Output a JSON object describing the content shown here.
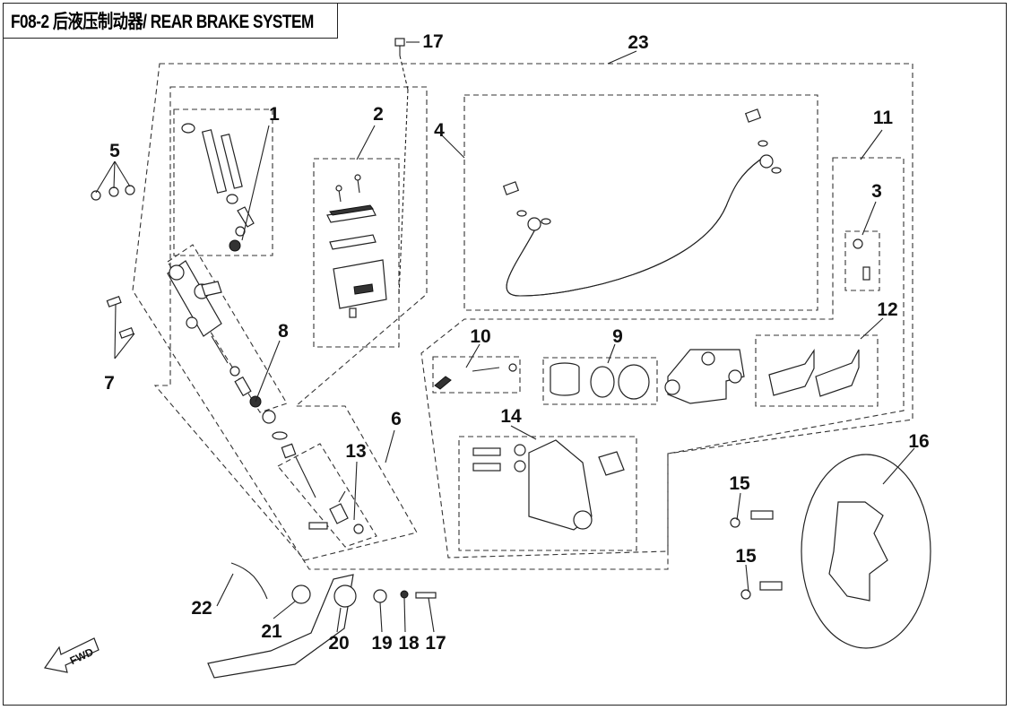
{
  "title": "F08-2 后液压制动器/ REAR BRAKE SYSTEM",
  "direction_label": "FWD",
  "labels": {
    "n1": "1",
    "n2": "2",
    "n3": "3",
    "n4": "4",
    "n5": "5",
    "n6": "6",
    "n7": "7",
    "n8": "8",
    "n9": "9",
    "n10": "10",
    "n11": "11",
    "n12": "12",
    "n13": "13",
    "n14": "14",
    "n15a": "15",
    "n15b": "15",
    "n16": "16",
    "n17a": "17",
    "n17b": "17",
    "n18": "18",
    "n19": "19",
    "n20": "20",
    "n21": "21",
    "n22": "22",
    "n23": "23"
  }
}
